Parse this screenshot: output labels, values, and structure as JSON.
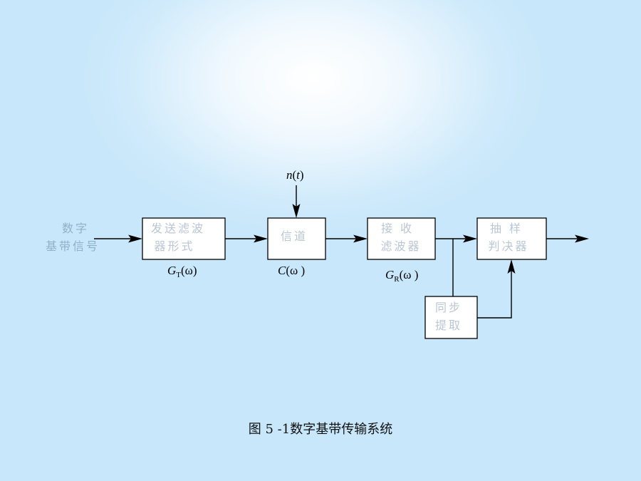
{
  "source": {
    "line1": "数字",
    "line2": "基带信号"
  },
  "blocks": {
    "transmit_filter": {
      "line1": "发送滤波",
      "line2": "器形式",
      "fn": "G",
      "sub": "T",
      "arg": "(ω)"
    },
    "channel": {
      "line1": "信道",
      "fn": "C",
      "arg": "(ω )"
    },
    "receive_filter": {
      "line1": "接 收",
      "line2": "滤波器",
      "fn": "G",
      "sub": "R",
      "arg": "(ω )"
    },
    "sampler_decider": {
      "line1": "抽 样",
      "line2": "判决器"
    },
    "sync_extract": {
      "line1": "同步",
      "line2": "提取"
    }
  },
  "noise": {
    "fn": "n",
    "open": "(",
    "var": "t",
    "close": ")"
  },
  "caption": "图 5 -1数字基带传输系统"
}
